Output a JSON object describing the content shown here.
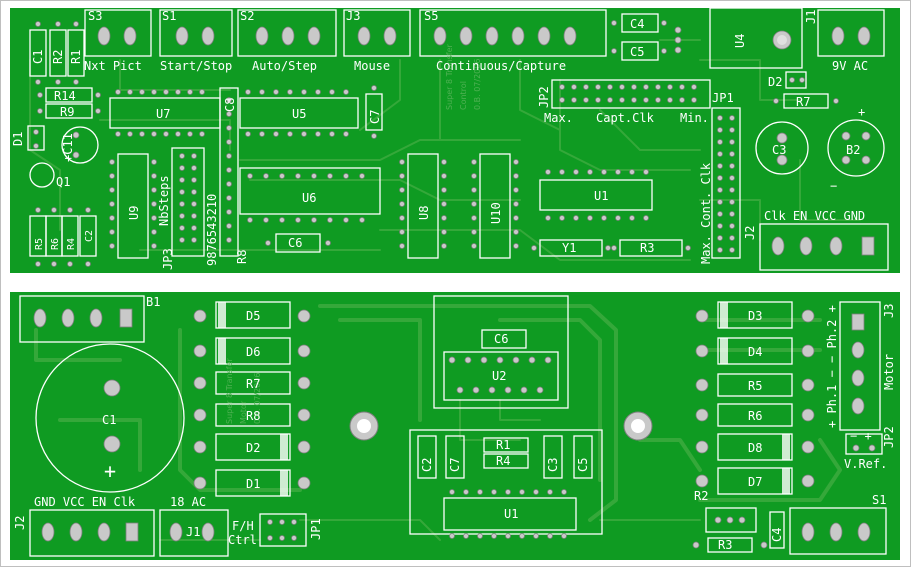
{
  "top_board": {
    "labels": {
      "S3": "S3",
      "S1": "S1",
      "S2": "S2",
      "J3": "J3",
      "S5": "S5",
      "C4": "C4",
      "C5": "C5",
      "U4": "U4",
      "J1": "J1",
      "nxt": "Nxt Pict",
      "startstop": "Start/Stop",
      "autostep": "Auto/Step",
      "mouse": "Mouse",
      "contcap": "Continuous/Capture",
      "power": "9V AC",
      "C1": "C1",
      "R2": "R2",
      "R1": "R1",
      "R14": "R14",
      "R9": "R9",
      "D1": "D1",
      "C11": "+C11",
      "Q1": "Q1",
      "U7": "U7",
      "C8": "C8",
      "U5": "U5",
      "C7": "C7",
      "JP2": "JP2",
      "max": "Max.",
      "captclk": "Capt.Clk",
      "min": "Min.",
      "JP1": "JP1",
      "D2": "D2",
      "R7": "R7",
      "C3": "C3",
      "B2": "B2",
      "U9": "U9",
      "nbsteps": "NbSteps",
      "nums": "9876543210",
      "JP3": "JP3",
      "R8": "R8",
      "U6": "U6",
      "C6": "C6",
      "U8": "U8",
      "U10": "U10",
      "U1": "U1",
      "Y1": "Y1",
      "R3": "R3",
      "maxcont": "Max. Cont. Clk",
      "J2": "J2",
      "jhdr": "Clk EN VCC GND",
      "R5": "R5",
      "R6": "R6",
      "R4": "R4",
      "C2": "C2",
      "ghost1": "Super 8 Transfer",
      "ghost2": "Control",
      "ghost3": "0.B. 07/2006",
      "plus": "+",
      "minus": "−"
    }
  },
  "bottom_board": {
    "labels": {
      "B1": "B1",
      "C1": "C1",
      "plus": "+",
      "D5": "D5",
      "D6": "D6",
      "R7": "R7",
      "R8": "R8",
      "D2": "D2",
      "D1": "D1",
      "C6": "C6",
      "U2": "U2",
      "C2": "C2",
      "C7": "C7",
      "R1": "R1",
      "R4": "R4",
      "C3": "C3",
      "C5": "C5",
      "U1": "U1",
      "D3": "D3",
      "D4": "D4",
      "R5": "R5",
      "R6": "R6",
      "D8": "D8",
      "D7": "D7",
      "J3": "J3",
      "motor": "Motor",
      "ph": "+ Ph.1 −  − Ph.2 +",
      "JP2": "JP2",
      "vref": "V.Ref.",
      "pm": "−  +",
      "R2": "R2",
      "R3": "R3",
      "C4": "C4",
      "S1": "S1",
      "J2": "J2",
      "hdr": "GND VCC EN Clk",
      "ac": "18 AC",
      "J1": "J1",
      "fh": "F/H",
      "ctrl": "Ctrl",
      "JP1": "JP1",
      "ghost1": "Super 8 Transfer",
      "ghost2": "Motor",
      "ghost3": "0.B. 07/2006"
    }
  }
}
